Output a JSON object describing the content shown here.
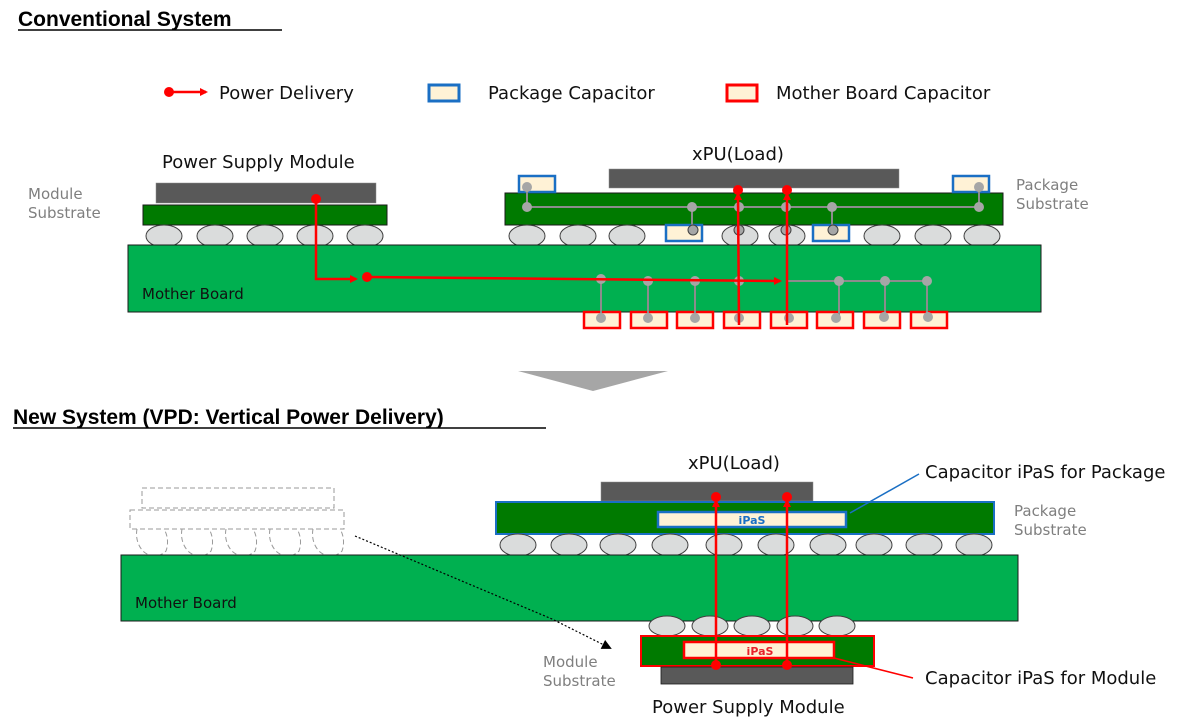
{
  "conventional": {
    "title": "Conventional System",
    "legend": {
      "power_delivery": "Power Delivery",
      "package_capacitor": "Package Capacitor",
      "motherboard_capacitor": "Mother Board Capacitor"
    },
    "power_supply_module": "Power Supply Module",
    "module_substrate_line1": "Module",
    "module_substrate_line2": "Substrate",
    "xpu": "xPU(Load)",
    "package_substrate_line1": "Package",
    "package_substrate_line2": "Substrate",
    "mother_board": "Mother Board"
  },
  "new_system": {
    "title": "New System (VPD: Vertical Power Delivery)",
    "xpu": "xPU(Load)",
    "capacitor_package_callout": "Capacitor iPaS for Package",
    "package_substrate_line1": "Package",
    "package_substrate_line2": "Substrate",
    "ipas_package": "iPaS",
    "mother_board": "Mother Board",
    "module_substrate_line1": "Module",
    "module_substrate_line2": "Substrate",
    "ipas_module": "iPaS",
    "capacitor_module_callout": "Capacitor iPaS for Module",
    "power_supply_module": "Power Supply Module"
  },
  "colors": {
    "power": "#ff0000",
    "package_cap_border": "#1a6fc4",
    "mb_cap_border": "#ff0000",
    "cap_fill": "#fff2d6",
    "substrate": "#007a00",
    "motherboard": "#00b050",
    "chip": "#595959",
    "solder": "#dadcdc",
    "trace": "#8c8c8c"
  }
}
